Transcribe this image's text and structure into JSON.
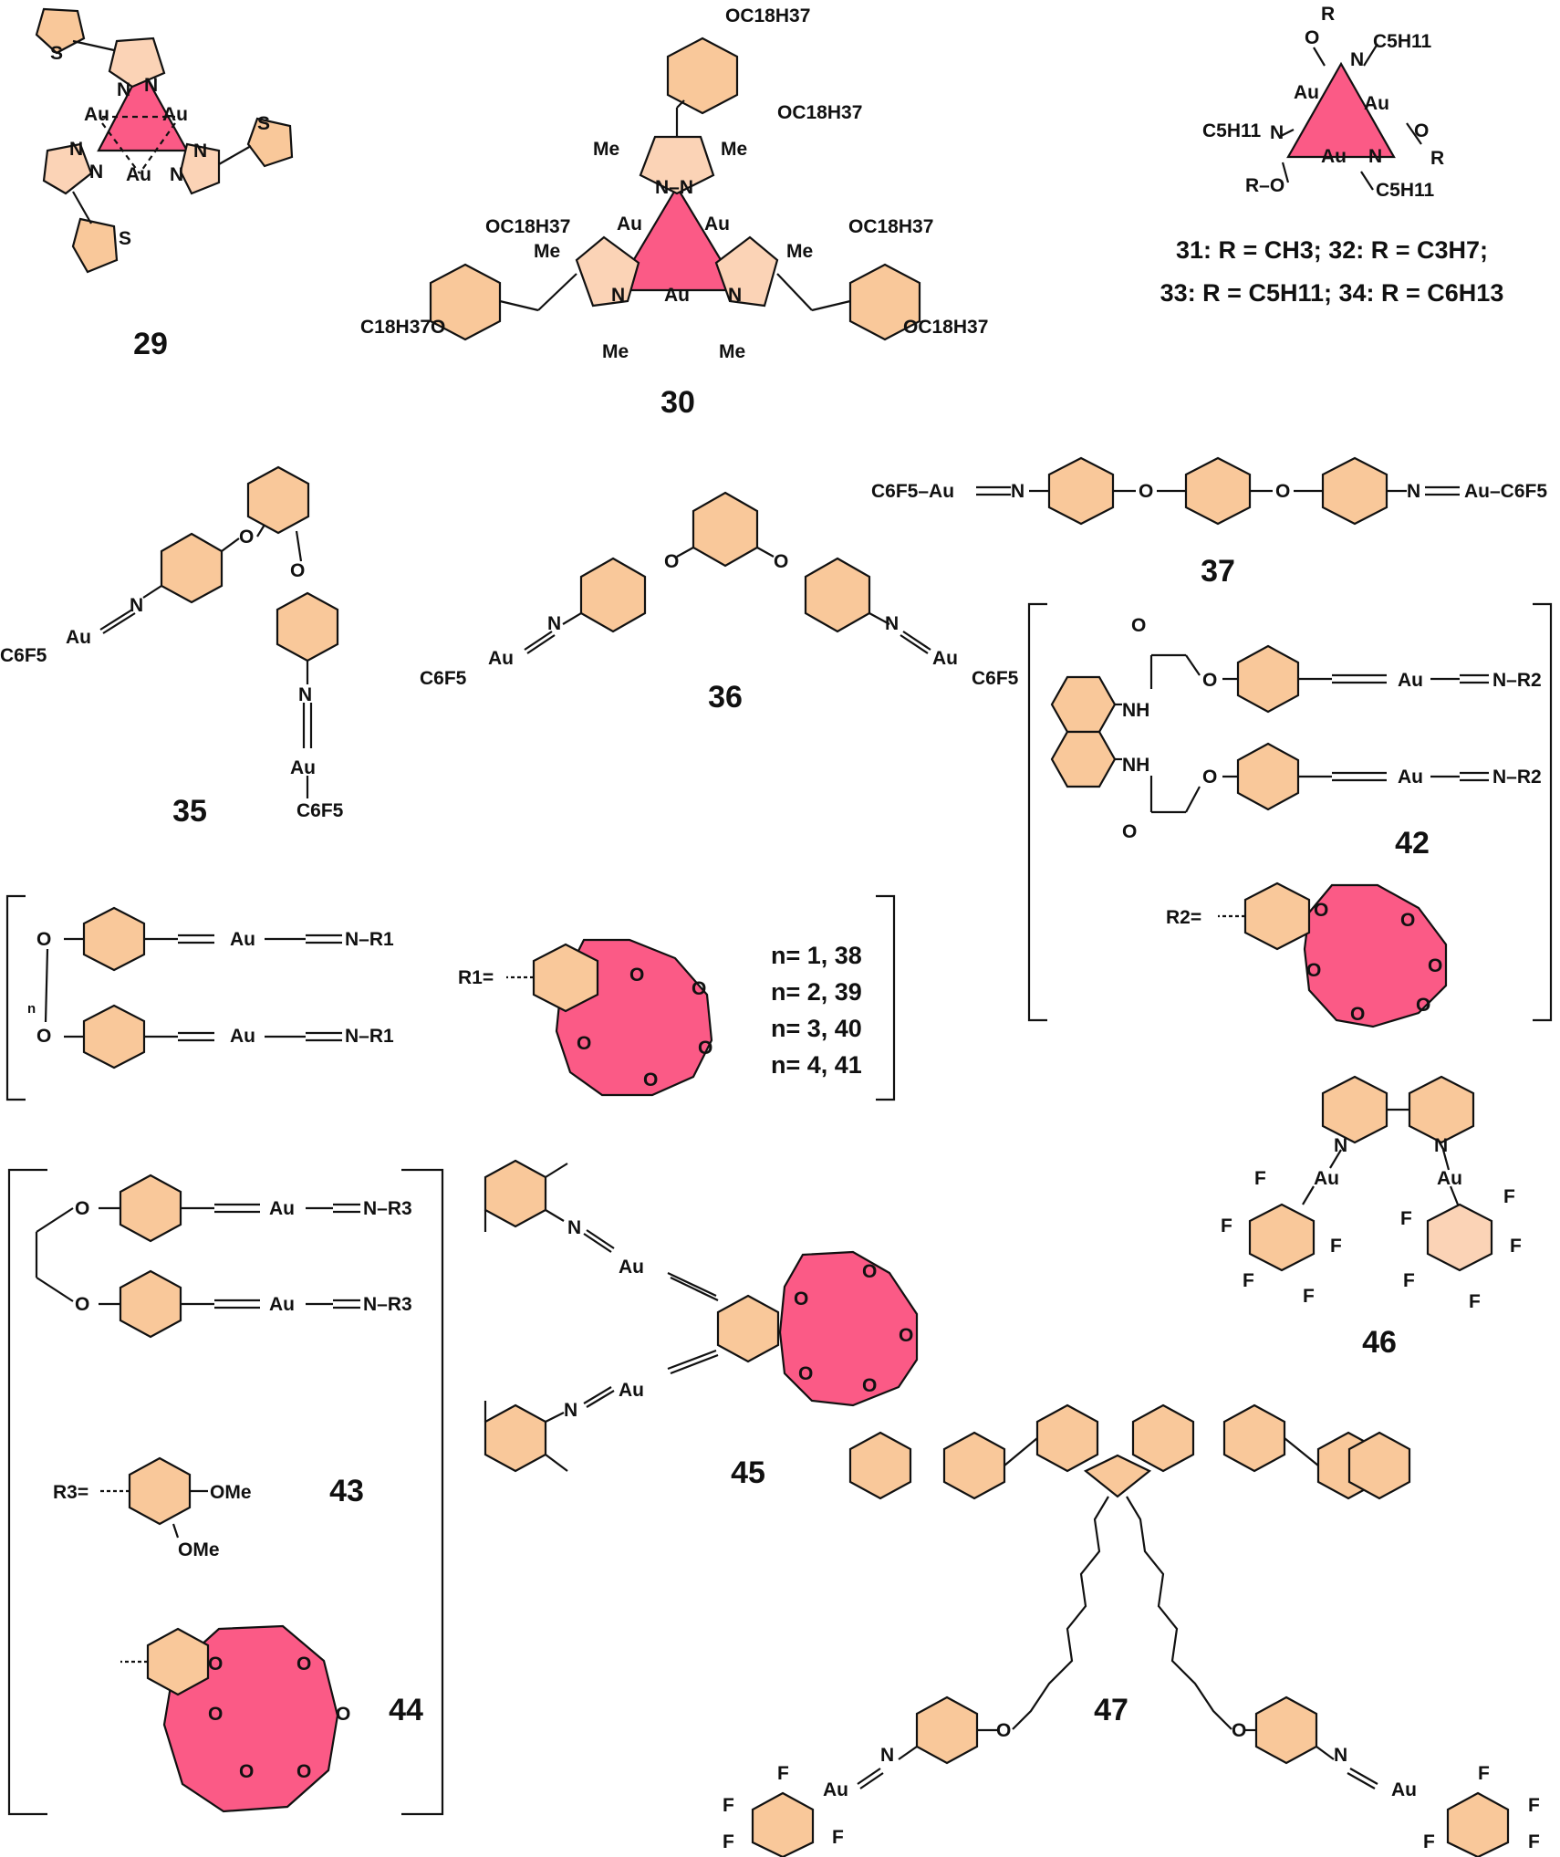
{
  "compounds": {
    "c29": "29",
    "c30": "30",
    "c31_34_line1": "31: R = CH3; 32: R = C3H7;",
    "c31_34_line2": "33: R = C5H11; 34: R = C6H13",
    "c35": "35",
    "c36": "36",
    "c37": "37",
    "c38_41": [
      "n= 1, 38",
      "n= 2, 39",
      "n= 3, 40",
      "n= 4, 41"
    ],
    "c42": "42",
    "c43": "43",
    "c44": "44",
    "c45": "45",
    "c46": "46",
    "c47": "47"
  },
  "substituent_labels": {
    "r1": "R1=",
    "r2": "R2=",
    "r3": "R3="
  },
  "colors": {
    "aryl_ring": "#f9c89a",
    "metallacycle_crown": "#fb5a86",
    "bond": "#111111"
  }
}
